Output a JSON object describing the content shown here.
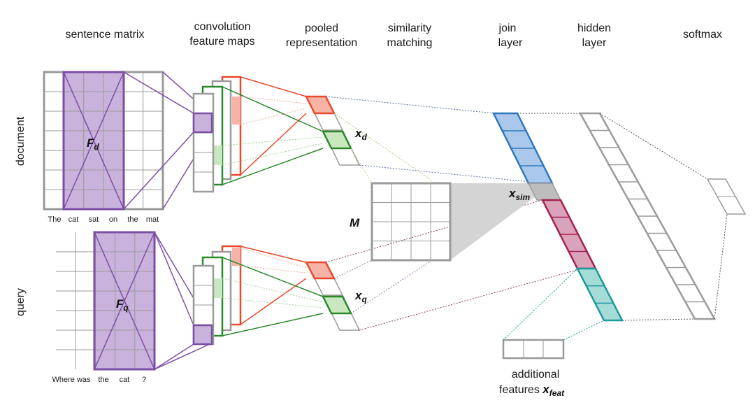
{
  "column_titles": {
    "sentence_matrix": "sentence matrix",
    "conv_line1": "convolution",
    "conv_line2": "feature maps",
    "pooled_line1": "pooled",
    "pooled_line2": "representation",
    "similarity_line1": "similarity",
    "similarity_line2": "matching",
    "join_line1": "join",
    "join_line2": "layer",
    "hidden_line1": "hidden",
    "hidden_line2": "layer",
    "softmax": "softmax"
  },
  "row_titles": {
    "document": "document",
    "query": "query"
  },
  "document_words": [
    "The",
    "cat",
    "sat",
    "on",
    "the",
    "mat"
  ],
  "query_words": [
    "Where was",
    "the",
    "cat",
    "?"
  ],
  "labels": {
    "fd_main": "F",
    "fd_sub": "d",
    "fq_main": "F",
    "fq_sub": "q",
    "xd_main": "x",
    "xd_sub": "d",
    "xq_main": "x",
    "xq_sub": "q",
    "xsim_main": "x",
    "xsim_sub": "sim",
    "m": "M",
    "additional_line1": "additional",
    "additional_line2": "features",
    "xfeat_main": "x",
    "xfeat_sub": "feat"
  },
  "colors": {
    "purple": "#7b4fa6",
    "purple_fill": "#c9b3dc",
    "red": "#e8492b",
    "red_fill": "#f6b3a6",
    "green": "#2a8a2a",
    "green_fill": "#c9e8c0",
    "blue": "#2e78c0",
    "blue_fill": "#a9c8ea",
    "crimson": "#a3214f",
    "crimson_fill": "#dba3bb",
    "teal": "#1a9a9a",
    "teal_fill": "#a6dcd8",
    "gray": "#9a9a9a"
  }
}
